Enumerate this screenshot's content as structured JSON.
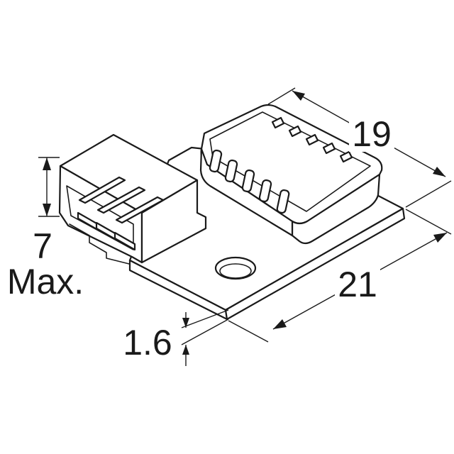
{
  "dimensions": {
    "length": "19",
    "width": "21",
    "height_line1": "7",
    "height_line2": "Max.",
    "thickness": "1.6"
  },
  "colors": {
    "line": "#1a1a1a",
    "background": "#ffffff"
  }
}
